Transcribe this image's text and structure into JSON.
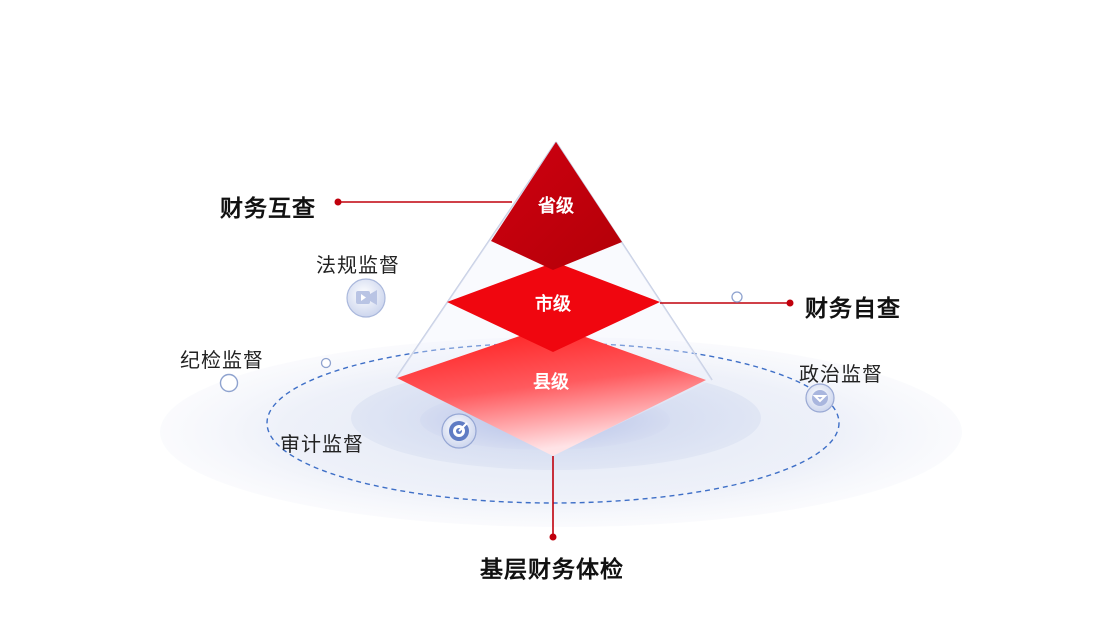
{
  "tiers": {
    "province": "省级",
    "city": "市级",
    "county": "县级"
  },
  "callouts": {
    "mutual_check": "财务互查",
    "self_check": "财务自查",
    "grassroots_check": "基层财务体检"
  },
  "supervision": {
    "legal": "法规监督",
    "discipline": "纪检监督",
    "audit": "审计监督",
    "political": "政治监督"
  },
  "colors": {
    "province": "#c8000b",
    "city": "#f0060f",
    "county_top": "#ff1a1a",
    "county_bottom": "#ffd9dc",
    "dashed_ring": "#3e6fc7",
    "accent_line": "#c0000c",
    "platform": "#eef1fa"
  },
  "icons": {
    "legal": "video-icon",
    "discipline": "circle-node-icon",
    "audit": "target-icon",
    "political": "diamond-node-icon"
  }
}
